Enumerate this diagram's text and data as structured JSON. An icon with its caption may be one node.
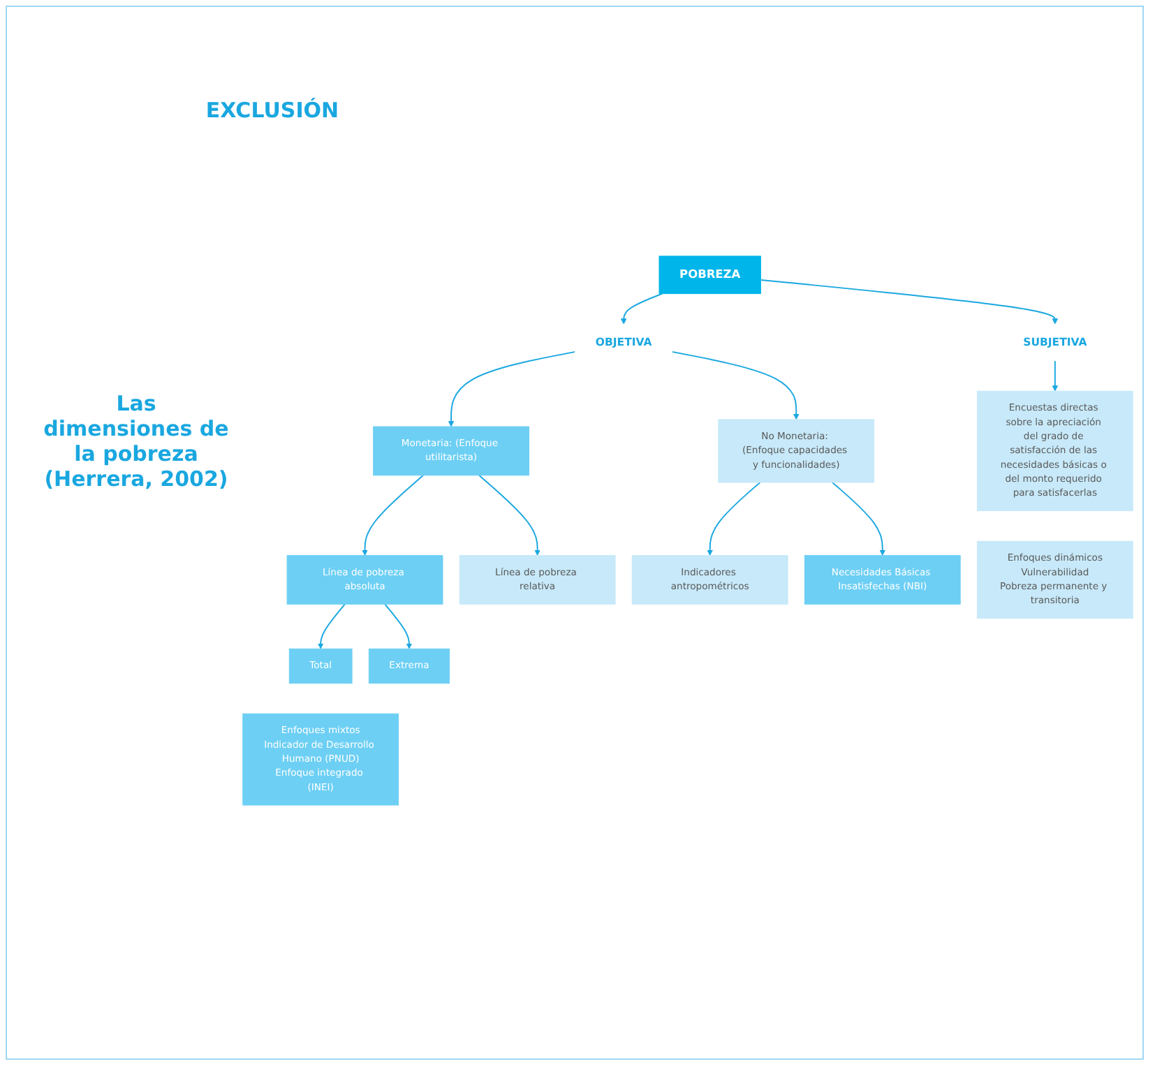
{
  "diagram": {
    "nodes": [
      {
        "text": [
          "POBREZA"
        ]
      },
      {
        "text": [
          "OBJETIVA"
        ]
      },
      {
        "text": [
          "SUBJETIVA"
        ]
      },
      {
        "text": [
          "Monetaria: (Enfoque utilitarista)"
        ]
      },
      {
        "text": [
          "No Monetaria: (Enfoque capacidades y funcionalidades)"
        ]
      },
      {
        "text": [
          "Encuestas directas sobre la apreciación del grado de satisfacción de las necesidades básicas o del monto requerido para satisfacerlas"
        ]
      },
      {
        "text": [
          "Línea de pobreza absoluta"
        ]
      },
      {
        "text": [
          "Línea de pobreza relativa"
        ]
      },
      {
        "text": [
          "Indicadores antropométricos"
        ]
      },
      {
        "text": [
          "Total"
        ]
      },
      {
        "text": [
          "Extrema"
        ]
      },
      {
        "text": [
          "Enfoques mixtos",
          "Indicador de Desarrollo Humano (PNUD)",
          "Enfoque integrado (INEI)"
        ]
      },
      {
        "text": [
          "Necesidades Básicas Insatisfechas (NBI)"
        ]
      },
      {
        "text": [
          "Enfoques dinámicos",
          "Vulnerabilidad",
          "Pobreza permanente y transitoria"
        ]
      }
    ],
    "edges": [
      {
        "from": 0,
        "to": 1,
        "arrow": "to"
      },
      {
        "from": 0,
        "to": 2,
        "arrow": "to"
      },
      {
        "from": 1,
        "to": 3,
        "arrow": "to"
      },
      {
        "from": 1,
        "to": 4,
        "arrow": "to"
      },
      {
        "from": 2,
        "to": 5,
        "arrow": "to"
      },
      {
        "from": 3,
        "to": 6,
        "arrow": "to"
      },
      {
        "from": 3,
        "to": 7,
        "arrow": "to"
      },
      {
        "from": 4,
        "to": 8,
        "arrow": "to"
      },
      {
        "from": 4,
        "to": 12,
        "arrow": "to"
      },
      {
        "from": 6,
        "to": 9,
        "arrow": "to"
      },
      {
        "from": 6,
        "to": 10,
        "arrow": "to"
      }
    ],
    "labels": [
      "EXCLUSIÓN",
      "Las dimensiones de la pobreza (Herrera, 2002)"
    ]
  }
}
